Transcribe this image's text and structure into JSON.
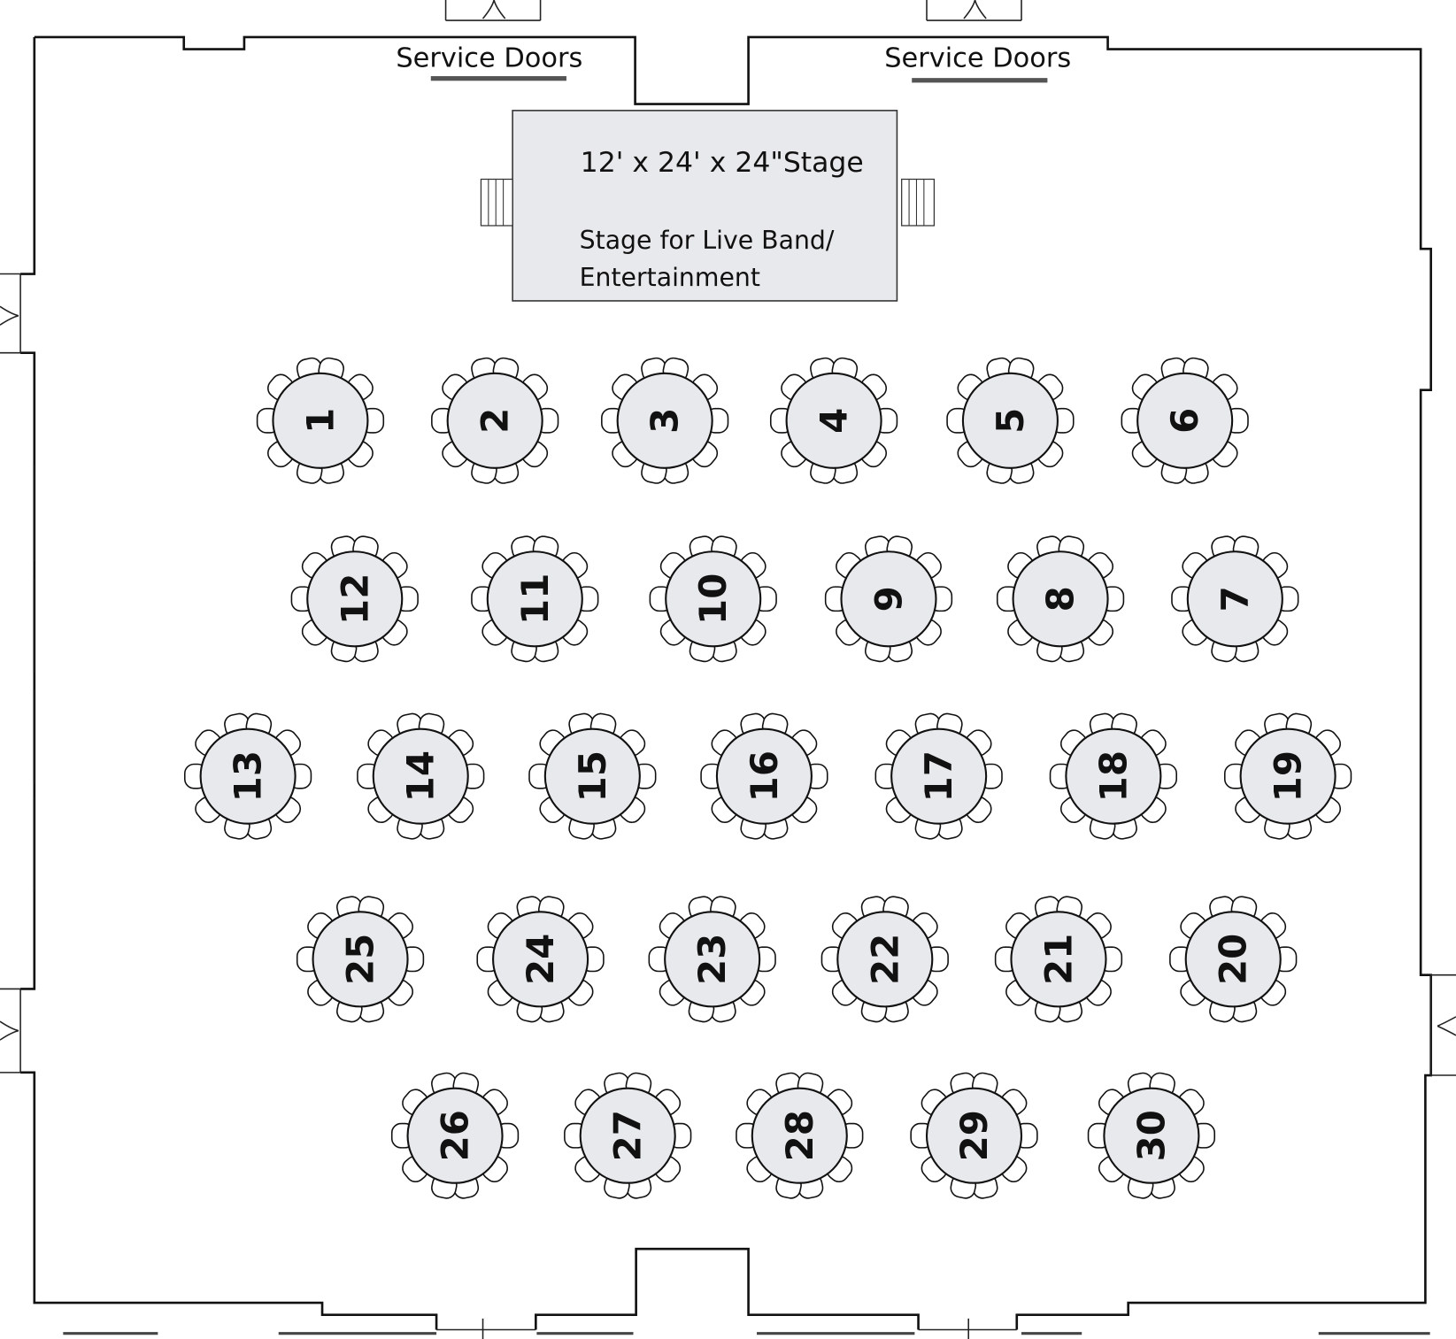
{
  "service_doors": [
    {
      "label": "Service Doors"
    },
    {
      "label": "Service Doors"
    }
  ],
  "stage": {
    "title": "12' x 24' x 24\"Stage",
    "line1": "Stage for Live Band/",
    "line2": "Entertainment",
    "fill": "#e8e9ec"
  },
  "table_fill": "#e8e9ec",
  "chairs_per_table": 10,
  "rows": [
    [
      "1",
      "2",
      "3",
      "4",
      "5",
      "6"
    ],
    [
      "12",
      "11",
      "10",
      "9",
      "8",
      "7"
    ],
    [
      "13",
      "14",
      "15",
      "16",
      "17",
      "18",
      "19"
    ],
    [
      "25",
      "24",
      "23",
      "22",
      "21",
      "20"
    ],
    [
      "26",
      "27",
      "28",
      "29",
      "30"
    ]
  ]
}
